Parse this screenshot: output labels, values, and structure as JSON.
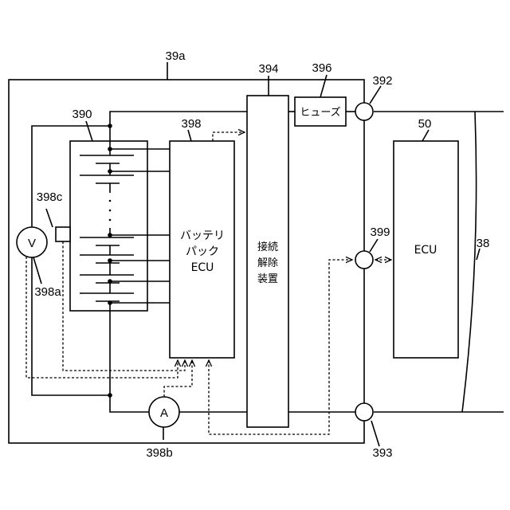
{
  "refs": {
    "pack": "39a",
    "cells": "390",
    "disconnect_ref": "394",
    "fuse_ref": "396",
    "terminal_top": "392",
    "terminal_bottom": "393",
    "terminal_comm": "399",
    "ecu_ref": "50",
    "battery_ecu_ref": "398",
    "thermistor": "398c",
    "voltmeter": "398a",
    "ammeter": "398b",
    "vehicle_ref": "38"
  },
  "labels": {
    "fuse": "ヒューズ",
    "battery_ecu_line1": "バッテリ",
    "battery_ecu_line2": "パック",
    "battery_ecu_line3": "ECU",
    "disconnect_line1": "接続",
    "disconnect_line2": "解除",
    "disconnect_line3": "装置",
    "ecu": "ECU",
    "voltmeter_symbol": "V",
    "ammeter_symbol": "A"
  }
}
